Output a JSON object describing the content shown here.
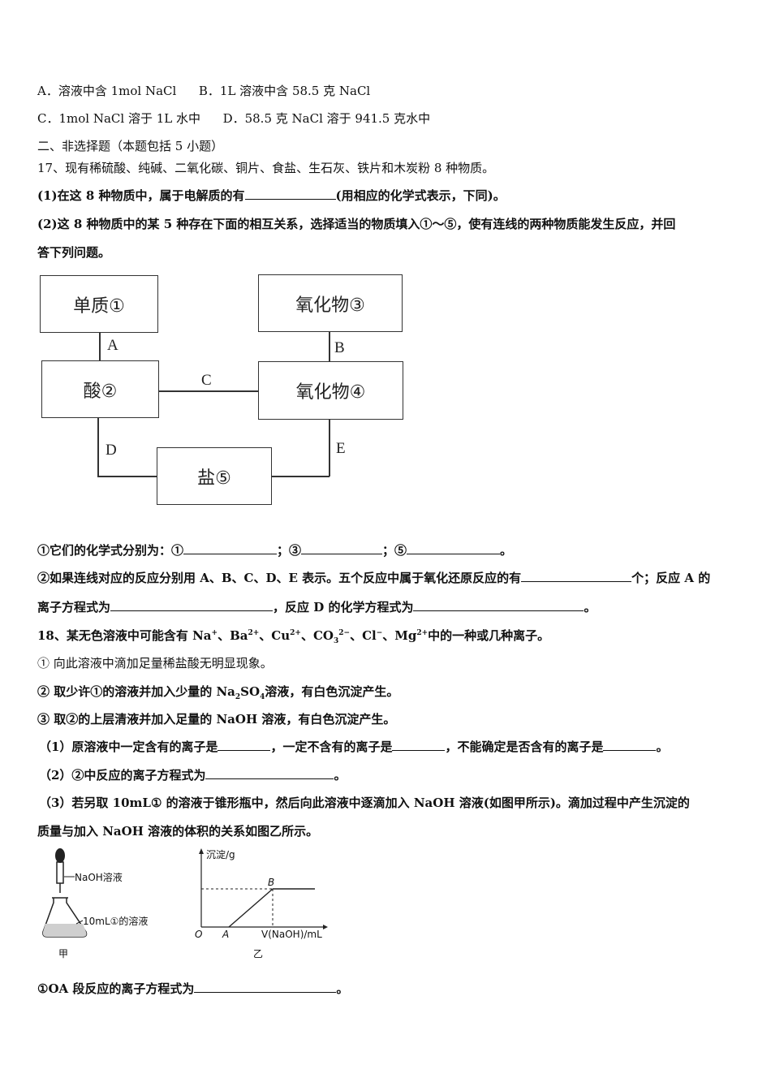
{
  "q16_options": {
    "line1_a": "A．溶液中含 1mol NaCl",
    "line1_b": "B．1L 溶液中含 58.5 克 NaCl",
    "line2_c": "C．1mol NaCl 溶于 1L 水中",
    "line2_d": "D．58.5 克 NaCl 溶于 941.5 克水中"
  },
  "section_title": "二、非选择题（本题包括 5 小题）",
  "q17": {
    "stem": "17、现有稀硫酸、纯碱、二氧化碳、铜片、食盐、生石灰、铁片和木炭粉 8 种物质。",
    "p1_pre": "(1)在这 8 种物质中，属于电解质的有",
    "p1_post": "(用相应的化学式表示，下同)。",
    "p2_line1": "(2)这 8 种物质中的某 5 种存在下面的相互关系，选择适当的物质填入①～⑤，使有连线的两种物质能发生反应，并回",
    "p2_line2": "答下列问题。",
    "diagram": {
      "box1": "单质①",
      "box2": "酸②",
      "box3": "氧化物③",
      "box4": "氧化物④",
      "box5": "盐⑤",
      "label_a": "A",
      "label_b": "B",
      "label_c": "C",
      "label_d": "D",
      "label_e": "E"
    },
    "sub1_pre": "①它们的化学式分别为：①",
    "sub1_sep1": "；③",
    "sub1_sep2": "；⑤",
    "sub1_end": "。",
    "sub2_line1_pre": "②如果连线对应的反应分别用 A、B、C、D、E 表示。五个反应中属于氧化还原反应的有",
    "sub2_line1_post": "个；反应 A 的",
    "sub2_line2_pre": "离子方程式为",
    "sub2_line2_mid": "，反应 D 的化学方程式为",
    "sub2_line2_end": "。"
  },
  "q18": {
    "stem_pre": "18、某无色溶液中可能含有 Na",
    "stem_na_sup": "+",
    "stem_ba": "、Ba",
    "stem_ba_sup": "2+",
    "stem_cu": "、Cu",
    "stem_cu_sup": "2+",
    "stem_co3": "、CO",
    "stem_co3_sub": "3",
    "stem_co3_sup": "2−",
    "stem_cl": "、Cl",
    "stem_cl_sup": "−",
    "stem_mg": "、Mg",
    "stem_mg_sup": "2+",
    "stem_post": "中的一种或几种离子。",
    "step1": "① 向此溶液中滴加足量稀盐酸无明显现象。",
    "step2_pre": "② 取少许①的溶液并加入少量的 Na",
    "step2_sub2": "2",
    "step2_so": "SO",
    "step2_sub4": "4",
    "step2_post": "溶液，有白色沉淀产生。",
    "step3": "③ 取②的上层清液并加入足量的 NaOH 溶液，有白色沉淀产生。",
    "p1_pre": "（1）原溶液中一定含有的离子是",
    "p1_mid1": "，一定不含有的离子是",
    "p1_mid2": "，不能确定是否含有的离子是",
    "p1_end": "。",
    "p2_pre": "（2）②中反应的离子方程式为",
    "p2_end": "。",
    "p3_line1": "（3）若另取 10mL① 的溶液于锥形瓶中，然后向此溶液中逐滴加入 NaOH 溶液(如图甲所示)。滴加过程中产生沉淀的",
    "p3_line2": "质量与加入 NaOH 溶液的体积的关系如图乙所示。",
    "fig_jia": {
      "reagent_label": "NaOH溶液",
      "solution_label": "10mL①的溶液",
      "caption": "甲"
    },
    "fig_yi": {
      "ylabel": "沉淀/g",
      "xlabel": "V(NaOH)/mL",
      "origin": "O",
      "point_a": "A",
      "point_b": "B",
      "caption": "乙"
    },
    "sub_oa_pre": "①OA 段反应的离子方程式为",
    "sub_oa_end": "。"
  }
}
